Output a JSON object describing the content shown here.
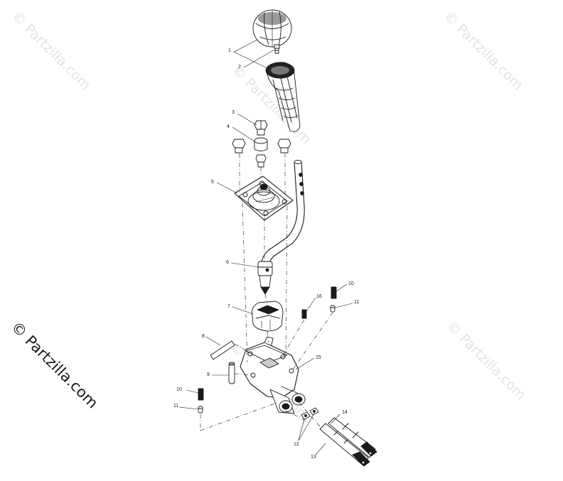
{
  "watermark": {
    "brand_text": "© Partzilla.com"
  },
  "callouts": {
    "c1": "1",
    "c2": "2",
    "c3": "3",
    "c4": "4",
    "c5": "5",
    "c6": "6",
    "c7": "7",
    "c8": "8",
    "c9": "9",
    "c10a": "10",
    "c10b": "10",
    "c11a": "11",
    "c11b": "11",
    "c12": "12",
    "c13": "13",
    "c14": "14",
    "c15": "15",
    "c16": "16"
  },
  "colors": {
    "line": "#1a1a1a",
    "watermark_faint": "#e3e3e3",
    "watermark_dark": "#1a1a1a",
    "background": "#ffffff"
  }
}
